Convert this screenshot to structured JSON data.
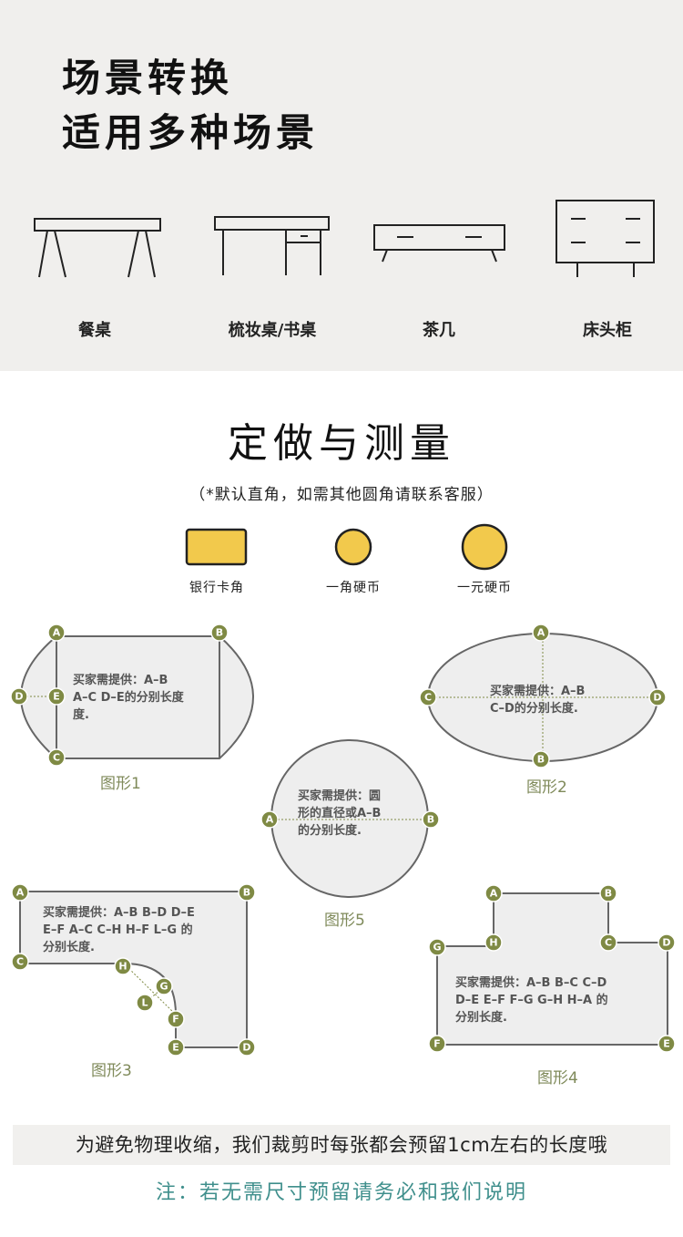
{
  "header": {
    "line1": "场景转换",
    "line2": "适用多种场景"
  },
  "furniture": [
    {
      "icon": "dining-table-icon",
      "label": "餐桌"
    },
    {
      "icon": "desk-icon",
      "label": "梳妆桌/书桌"
    },
    {
      "icon": "coffee-table-icon",
      "label": "茶几"
    },
    {
      "icon": "nightstand-icon",
      "label": "床头柜"
    }
  ],
  "measure": {
    "title": "定做与测量",
    "note": "（*默认直角，如需其他圆角请联系客服）",
    "corners": [
      {
        "label": "银行卡角"
      },
      {
        "label": "一角硬币"
      },
      {
        "label": "一元硬币"
      }
    ]
  },
  "figures": {
    "fig1": {
      "name": "图形1",
      "text": [
        "买家需提供：A–B",
        "A–C D–E的分别长度",
        "度."
      ]
    },
    "fig2": {
      "name": "图形2",
      "text": [
        "买家需提供：A–B",
        "C–D的分别长度."
      ]
    },
    "fig5": {
      "name": "图形5",
      "text": [
        "买家需提供：圆",
        "形的直径或A–B",
        "的分别长度."
      ]
    },
    "fig3": {
      "name": "图形3",
      "text": [
        "买家需提供：A–B B–D D–E",
        "E–F A–C C–H H–F L–G 的",
        "分别长度."
      ]
    },
    "fig4": {
      "name": "图形4",
      "text": [
        "买家需提供：A–B B–C C–D",
        "D–E E–F F–G G–H H–A 的",
        "分别长度."
      ]
    }
  },
  "points": {
    "A": "A",
    "B": "B",
    "C": "C",
    "D": "D",
    "E": "E",
    "F": "F",
    "G": "G",
    "H": "H",
    "L": "L"
  },
  "footer": {
    "banner": "为避免物理收缩，我们裁剪时每张都会预留1cm左右的长度哦",
    "note": "注：若无需尺寸预留请务必和我们说明"
  },
  "colors": {
    "coin_fill": "#f2c94c",
    "point_fill": "#7f8a44",
    "figure_label": "#7f8a5a",
    "footer_note": "#3f8f8c"
  }
}
